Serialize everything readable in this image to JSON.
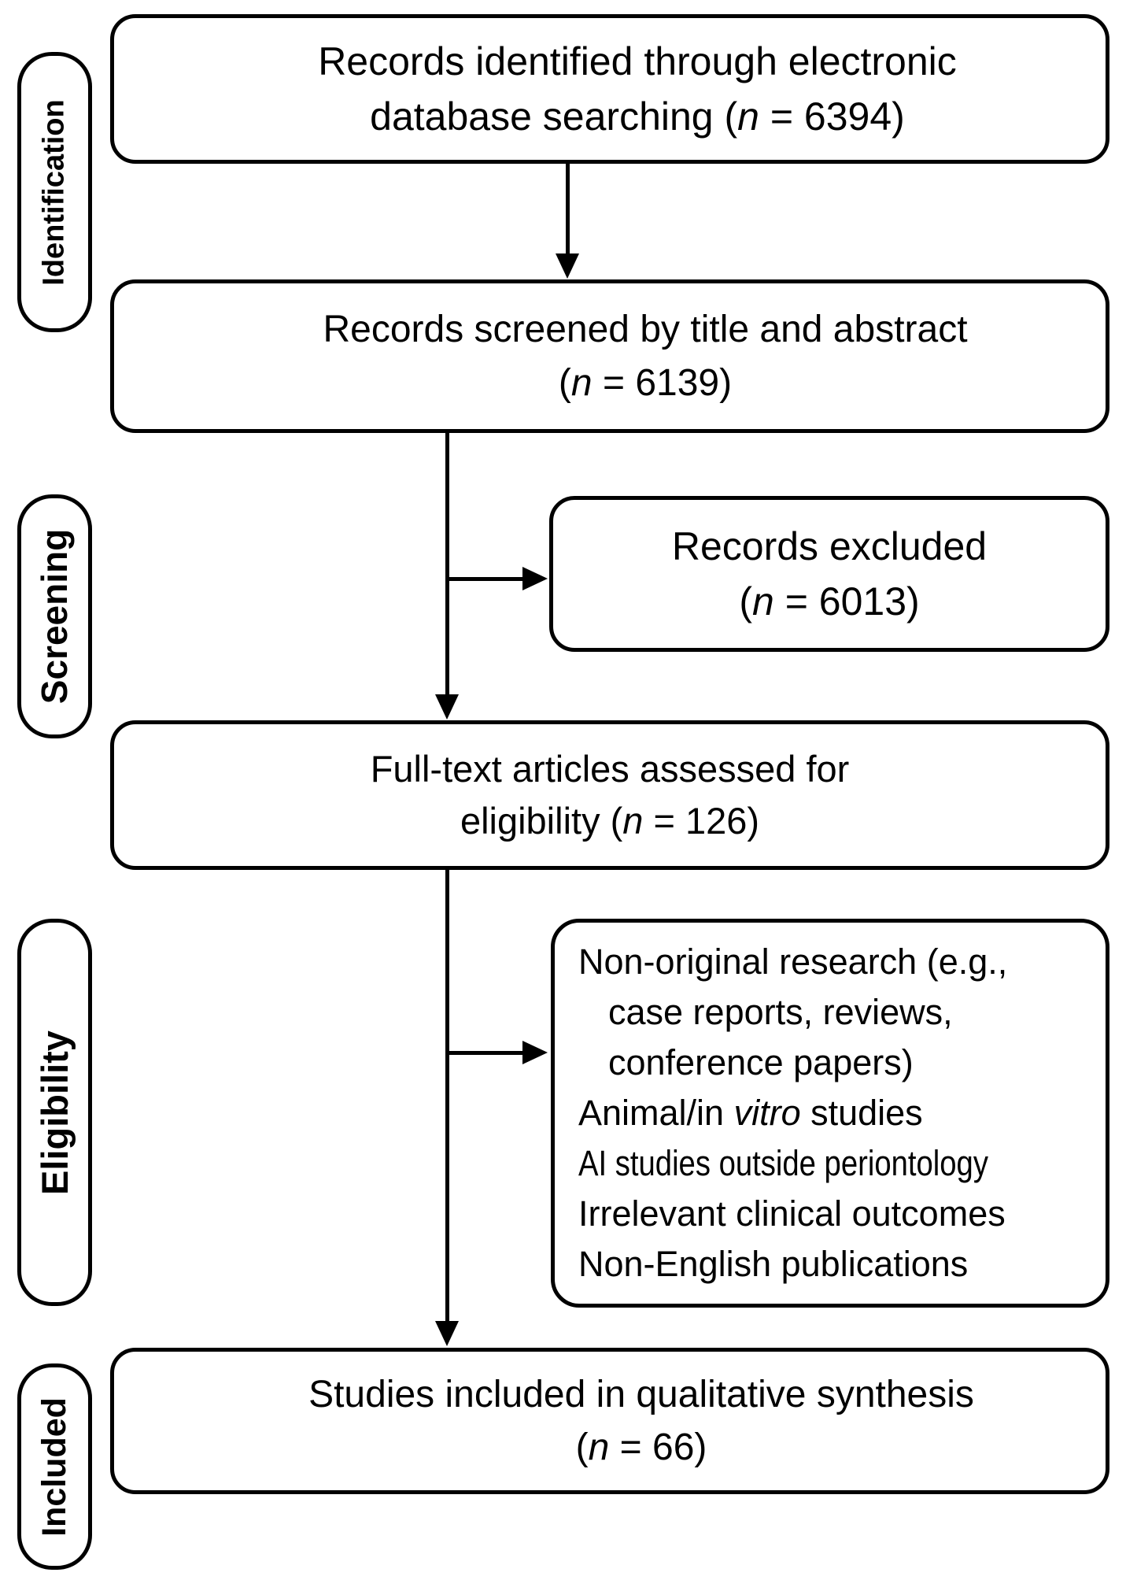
{
  "figure": {
    "kind": "prisma-flow-diagram",
    "colors": {
      "ink": "#000000",
      "background": "#ffffff"
    },
    "stages": [
      {
        "label": "Identification"
      },
      {
        "label": "Screening"
      },
      {
        "label": "Eligibility"
      },
      {
        "label": "Included"
      }
    ],
    "boxes": {
      "identified": {
        "line1": "Records identified through electronic",
        "line2_pre": "database searching (",
        "n": "n",
        "line2_post": " = 6394)"
      },
      "screened": {
        "line1": "Records screened by title and abstract",
        "line2_pre": "(",
        "n": "n",
        "line2_post": " = 6139)"
      },
      "excluded": {
        "line1": "Records excluded",
        "line2_pre": "(",
        "n": "n",
        "line2_post": " = 6013)"
      },
      "fulltext": {
        "line1": "Full-text articles assessed for",
        "line2_pre": "eligibility (",
        "n": "n",
        "line2_post": " = 126)"
      },
      "reasons": {
        "line1": "Non-original research (e.g.,",
        "line2": "case reports, reviews,",
        "line3": "conference papers)",
        "line4_pre": "Animal/in ",
        "line4_italic": "vitro",
        "line4_post": " studies",
        "line5": "AI studies outside periontology",
        "line6": "Irrelevant clinical outcomes",
        "line7": "Non-English publications"
      },
      "included_synthesis": {
        "line1": "Studies included in qualitative synthesis",
        "line2_pre": "(",
        "n": "n",
        "line2_post": " = 66)"
      }
    }
  }
}
